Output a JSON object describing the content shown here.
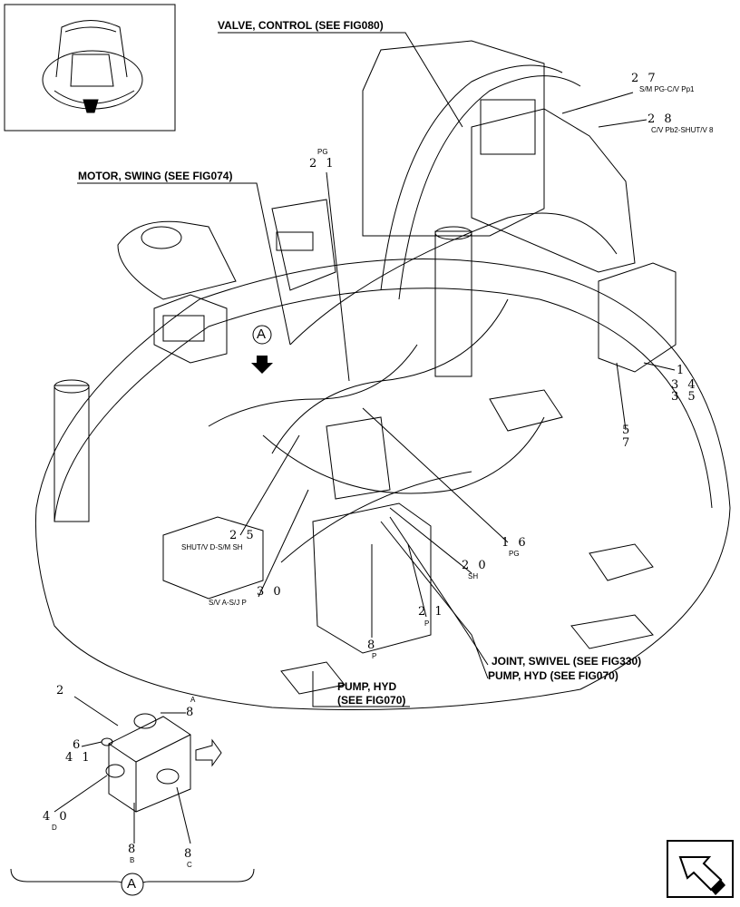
{
  "references": {
    "valve_control": "VALVE, CONTROL (SEE FIG080)",
    "motor_swing": "MOTOR, SWING (SEE FIG074)",
    "joint_swivel": "JOINT, SWIVEL (SEE FIG330)",
    "pump_hyd_1": "PUMP, HYD (SEE FIG070)",
    "pump_hyd_2a": "PUMP, HYD",
    "pump_hyd_2b": "(SEE FIG070)"
  },
  "callouts": [
    {
      "num": "2 7",
      "sub": "S/M PG-C/V Pp1"
    },
    {
      "num": "2 8",
      "sub": "C/V Pb2-SHUT/V 8"
    },
    {
      "num": "2 1",
      "sub": "PG"
    },
    {
      "num": "2 5",
      "sub": "SHUT/V D-S/M SH"
    },
    {
      "num": "3 0",
      "sub": "S/V A-S/J P"
    },
    {
      "num": "1 6",
      "sub": "PG"
    },
    {
      "num": "2 0",
      "sub": "SH"
    },
    {
      "num": "2 1",
      "sub": "P"
    },
    {
      "num": "8",
      "sub": "P"
    },
    {
      "num": "1",
      "sub": ""
    },
    {
      "num": "3 4",
      "sub": ""
    },
    {
      "num": "3 5",
      "sub": ""
    },
    {
      "num": "5",
      "sub": ""
    },
    {
      "num": "7",
      "sub": ""
    }
  ],
  "detail_callouts": [
    {
      "num": "2",
      "sub": ""
    },
    {
      "num": "8",
      "sub": "A"
    },
    {
      "num": "6",
      "sub": ""
    },
    {
      "num": "4 1",
      "sub": ""
    },
    {
      "num": "4 0",
      "sub": "D"
    },
    {
      "num": "8",
      "sub": "B"
    },
    {
      "num": "8",
      "sub": "C"
    }
  ],
  "view_marker": "A",
  "detail_marker": "A",
  "colors": {
    "line": "#000000",
    "background": "#ffffff"
  }
}
